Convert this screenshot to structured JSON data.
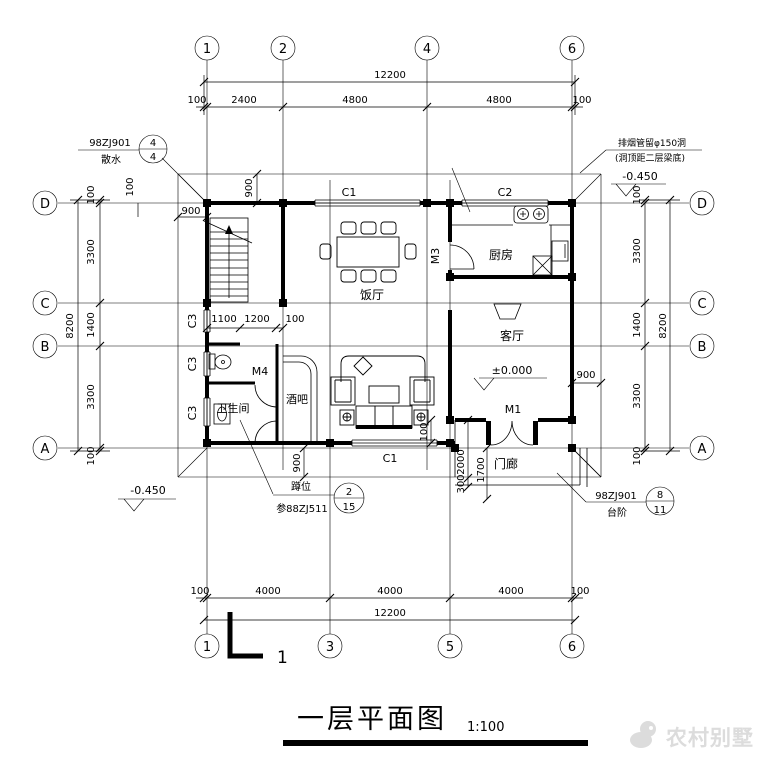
{
  "drawing": {
    "title": "一层平面图",
    "scale": "1:100",
    "watermark": "农村别墅",
    "section_label": "1"
  },
  "axes": {
    "top": [
      "1",
      "2",
      "4",
      "6"
    ],
    "bottom": [
      "1",
      "3",
      "5",
      "6"
    ],
    "left": [
      "D",
      "C",
      "B",
      "A"
    ],
    "right": [
      "D",
      "C",
      "B",
      "A"
    ]
  },
  "dims": {
    "top_total": "12200",
    "top_segments": [
      "100",
      "2400",
      "4800",
      "4800",
      "100"
    ],
    "bottom_segments": [
      "100",
      "4000",
      "4000",
      "4000",
      "100"
    ],
    "bottom_total": "12200",
    "left_total": "8200",
    "left_segments": [
      "100",
      "3300",
      "1400",
      "3300",
      "100"
    ],
    "right_segments": [
      "100",
      "3300",
      "1400",
      "3300",
      "100"
    ],
    "right_total": "8200",
    "interior": {
      "apron_west": "900",
      "apron_north": "900",
      "offset_top_left": "100",
      "vestibule": [
        "1100",
        "1200",
        "100"
      ],
      "apron_south": "900",
      "wall_end": "100",
      "porch_depth": "2000",
      "porch_step": "300",
      "porch_inner": "1700",
      "apron_east": "900"
    }
  },
  "rooms": {
    "dining": "饭厅",
    "kitchen": "厨房",
    "living": "客厅",
    "bathroom": "卫生间",
    "bar": "酒吧",
    "porch": "门廊"
  },
  "openings": {
    "c1_top": "C1",
    "c2": "C2",
    "c1_bottom": "C1",
    "c3_upper": "C3",
    "c3_middle": "C3",
    "c3_lower": "C3",
    "m1": "M1",
    "m3": "M3",
    "m4": "M4"
  },
  "levels": {
    "ground": "±0.000",
    "outdoor": "-0.450"
  },
  "notes": {
    "apron": {
      "code": "98ZJ901",
      "label": "散水",
      "ref_num": "4",
      "ref_den": "4"
    },
    "vent": {
      "line1": "排烟管留φ150洞",
      "line2": "(洞顶距二层梁底)"
    },
    "squat": {
      "label": "蹲位",
      "code": "参88ZJ511",
      "ref_num": "2",
      "ref_den": "15"
    },
    "steps": {
      "code": "98ZJ901",
      "label": "台阶",
      "ref_num": "8",
      "ref_den": "11"
    }
  }
}
